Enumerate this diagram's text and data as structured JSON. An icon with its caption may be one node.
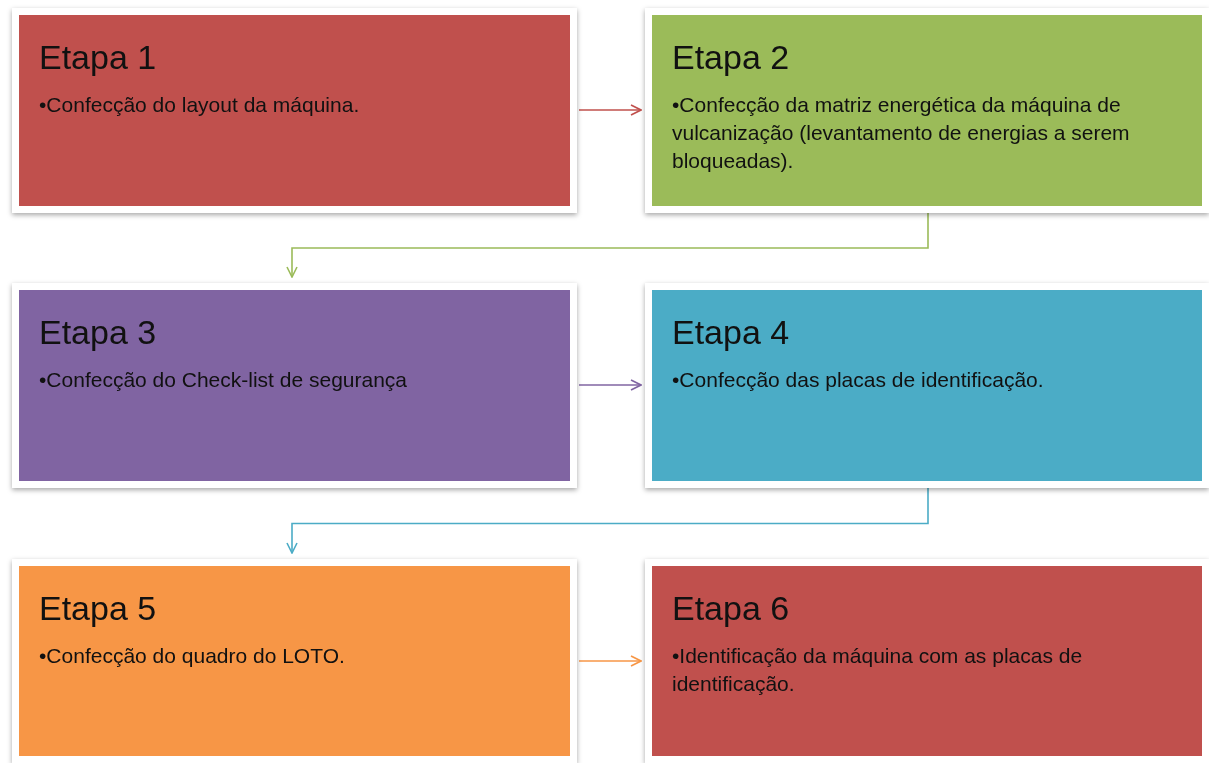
{
  "diagram": {
    "nodes": [
      {
        "text": [
          "Etapa 1",
          "•Confecção do layout da máquina."
        ]
      },
      {
        "text": [
          "Etapa 2",
          "•Confecção da matriz energética da máquina de vulcanização (levantamento de energias a serem bloqueadas)."
        ]
      },
      {
        "text": [
          "Etapa 3",
          "•Confecção do Check-list de segurança"
        ]
      },
      {
        "text": [
          "Etapa 4",
          "•Confecção das placas de identificação."
        ]
      },
      {
        "text": [
          "Etapa 5",
          "•Confecção do quadro do LOTO."
        ]
      },
      {
        "text": [
          "Etapa 6",
          "•Identificação da máquina com as placas de identificação."
        ]
      }
    ],
    "edges": [
      {
        "from": 0,
        "to": 1,
        "arrow": "to",
        "color": "#c0504d"
      },
      {
        "from": 1,
        "to": 2,
        "arrow": "to",
        "color": "#9bbb59"
      },
      {
        "from": 2,
        "to": 3,
        "arrow": "to",
        "color": "#8064a2"
      },
      {
        "from": 3,
        "to": 4,
        "arrow": "to",
        "color": "#4bacc6"
      },
      {
        "from": 4,
        "to": 5,
        "arrow": "to",
        "color": "#f79646"
      }
    ]
  }
}
